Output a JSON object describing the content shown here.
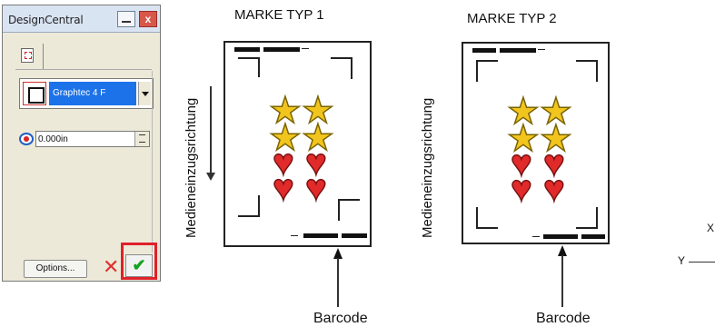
{
  "panel": {
    "title": "DesignCentral",
    "close_glyph": "x",
    "device": "Graphtec 4 F",
    "offset_value": "0.000in",
    "options_label": "Options...",
    "cancel_glyph": "✕",
    "apply_glyph": "✔",
    "icons": [
      "page-tab-icon",
      "device-icon",
      "offset-icon",
      "spinner-icon"
    ],
    "colors": {
      "highlight_frame": "#e0202a",
      "selection": "#1c72e8",
      "apply": "#15a31f"
    }
  },
  "marks": [
    {
      "title": "MARKE TYP 1",
      "feed_label": "Medieneinzugsrichtung",
      "barcode_label": "Barcode",
      "graphic": [
        "★",
        "★",
        "★",
        "★",
        "♥",
        "♥",
        "♥",
        "♥"
      ]
    },
    {
      "title": "MARKE TYP 2",
      "feed_label": "Medieneinzugsrichtung",
      "barcode_label": "Barcode",
      "graphic": [
        "★",
        "★",
        "★",
        "★",
        "♥",
        "♥",
        "♥",
        "♥"
      ]
    }
  ],
  "axes": {
    "x": "X",
    "y": "Y"
  }
}
